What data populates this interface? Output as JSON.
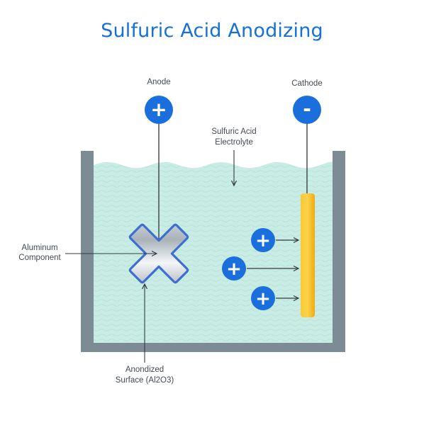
{
  "title": "Sulfuric Acid Anodizing",
  "labels": {
    "anode": "Anode",
    "cathode": "Cathode",
    "electrolyte_line1": "Sulfuric Acid",
    "electrolyte_line2": "Electrolyte",
    "component_line1": "Aluminum",
    "component_line2": "Component",
    "surface_line1": "Anondized",
    "surface_line2": "Surface (Al2O3)"
  },
  "symbols": {
    "anode": "+",
    "cathode": "-",
    "ion": "+"
  },
  "colors": {
    "title": "#1570d8",
    "terminal": "#1a6fdc",
    "tank": "#7d8b95",
    "electrolyte": "#c9ede4",
    "cathode_rod": "#f7bd1d"
  }
}
